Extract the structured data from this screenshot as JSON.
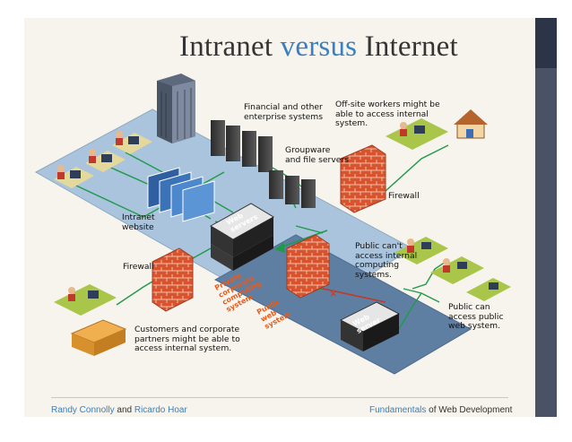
{
  "title": {
    "part1": "Intranet",
    "accent": "versus",
    "part2": "Internet"
  },
  "labels": {
    "financial": "Financial and other\nenterprise systems",
    "offsite": "Off-site workers might be\nable to access internal\nsystem.",
    "groupware": "Groupware\nand file servers",
    "firewall_top": "Firewall",
    "intranet": "Intranet\nwebsite",
    "web_servers": "Web\nservers",
    "public_cant": "Public can't\naccess internal\ncomputing\nsystems.",
    "firewall_left": "Firewall",
    "private_system": "Private\ncorporate\ncomputing\nsystem",
    "public_web_system": "Public\nweb\nsystem",
    "public_can": "Public can\naccess public\nweb system.",
    "customers": "Customers and corporate\npartners might be able to\naccess internal system.",
    "web_server": "Web\nserver",
    "block_mark": "×"
  },
  "footer": {
    "author1": "Randy Connolly",
    "and": " and ",
    "author2": "Ricardo Hoar",
    "book_accent": "Fundamentals",
    "book_rest": " of Web Development"
  },
  "colors": {
    "accent": "#3a7fbf",
    "private_zone": "#a9c4dc",
    "public_zone": "#5f7fa2",
    "link": "#1f9a4a",
    "firewall": "#d44a2a"
  }
}
